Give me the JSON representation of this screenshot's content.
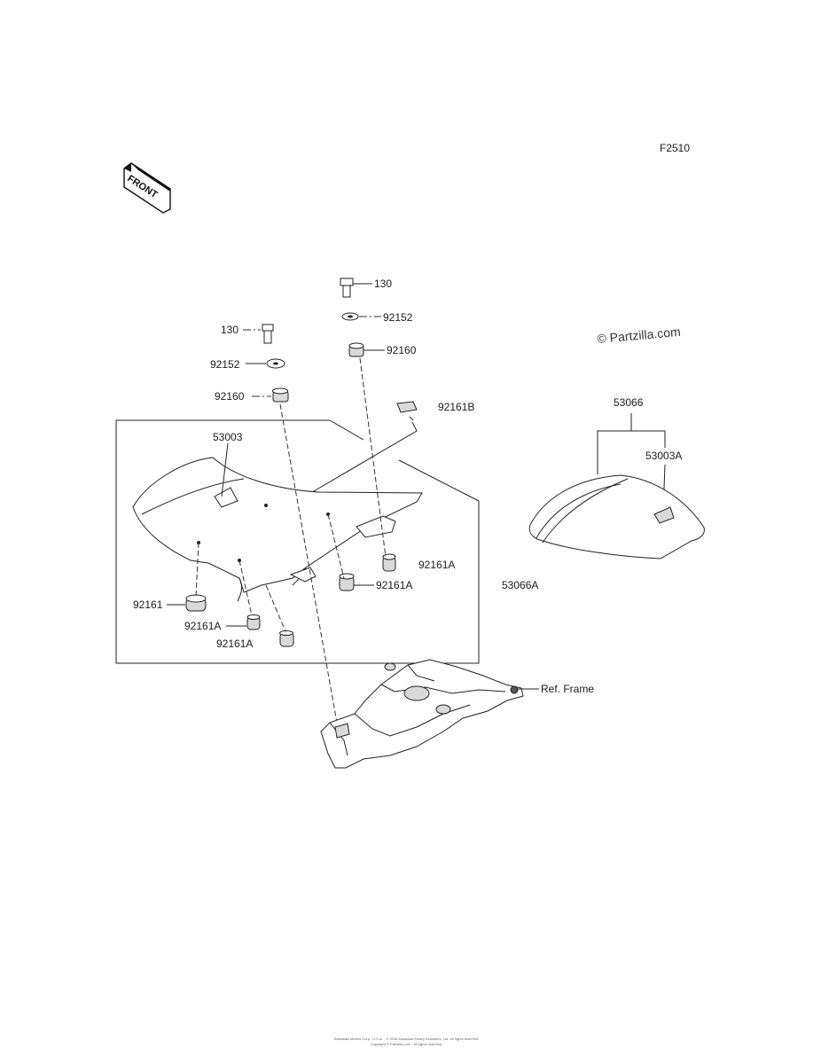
{
  "diagram": {
    "figure_code": "F2510",
    "front_label": "FRONT",
    "watermark": "© Partzilla.com",
    "footer_lines": [
      "Kawasaki Motors Corp., U.S.A. · © 2018 Kawasaki Heavy Industries, Ltd. All rights reserved",
      "Copyright © Partzilla.com · All rights reserved"
    ],
    "labels": {
      "bolt_right": "130",
      "washer_right": "92152",
      "damper_right": "92160",
      "bolt_left": "130",
      "washer_left": "92152",
      "damper_left": "92160",
      "clip_top": "92161B",
      "seat_main": "53003",
      "damper_mid_right": "92161A",
      "damper_mid": "92161A",
      "damper_big": "92161",
      "damper_bottom_a": "92161A",
      "damper_bottom_b": "92161A",
      "seat_assy_front": "53066A",
      "seat_assy_rear": "53066",
      "seat_rear": "53003A",
      "ref_frame": "Ref. Frame"
    }
  }
}
